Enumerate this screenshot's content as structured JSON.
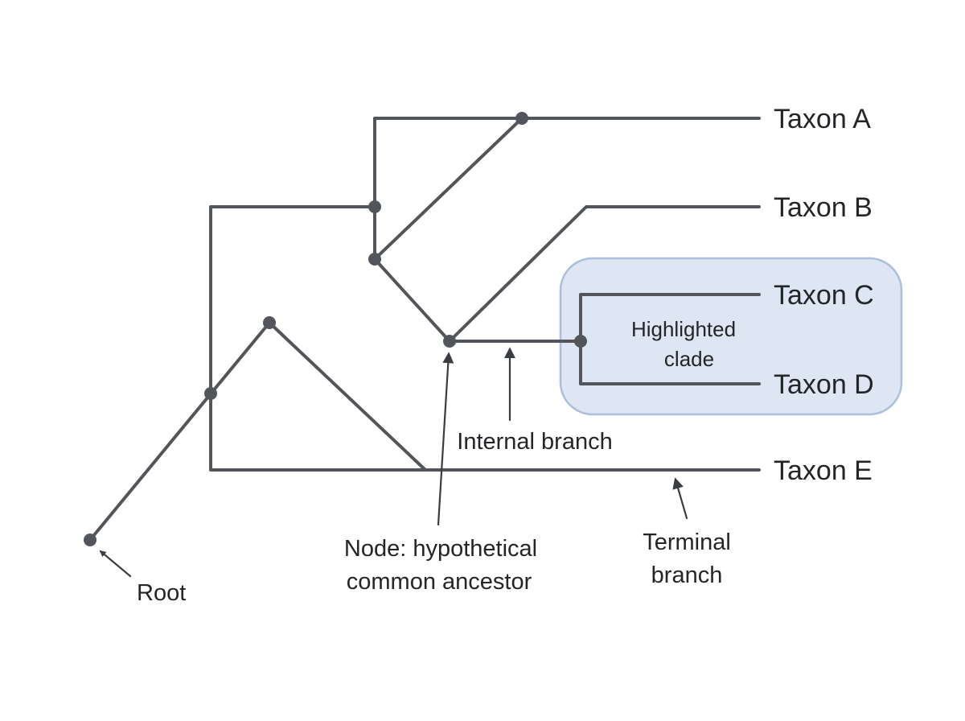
{
  "colors": {
    "branch": "#52555a",
    "node": "#52555a",
    "clade_fill": "#dde6f2",
    "clade_border": "#aabfdc",
    "text": "#232529"
  },
  "taxa": {
    "a": "Taxon A",
    "b": "Taxon B",
    "c": "Taxon C",
    "d": "Taxon D",
    "e": "Taxon E"
  },
  "clade": {
    "line1": "Highlighted",
    "line2": "clade"
  },
  "annotations": {
    "root": "Root",
    "internal_branch": "Internal branch",
    "node_line1": "Node: hypothetical",
    "node_line2": "common ancestor",
    "terminal_line1": "Terminal",
    "terminal_line2": "branch"
  }
}
